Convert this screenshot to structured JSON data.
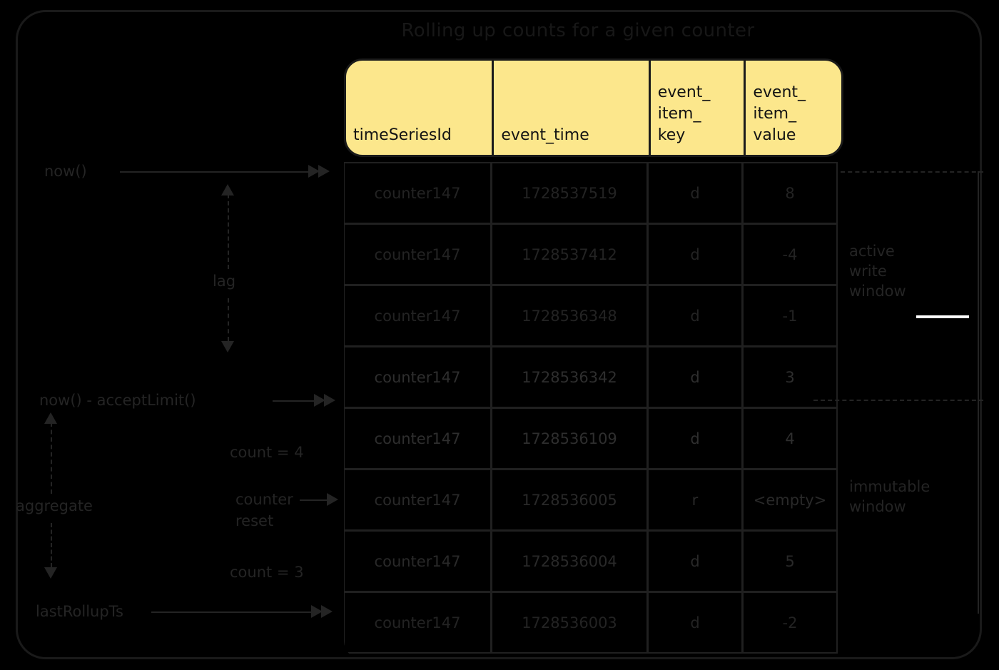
{
  "title": "Rolling up counts for a given counter",
  "table": {
    "columns": [
      "timeSeriesId",
      "event_time",
      "event_item_key",
      "event_item_value"
    ],
    "rows": [
      {
        "timeSeriesId": "counter147",
        "event_time": "1728537519",
        "event_item_key": "d",
        "event_item_value": "8"
      },
      {
        "timeSeriesId": "counter147",
        "event_time": "1728537412",
        "event_item_key": "d",
        "event_item_value": "-4"
      },
      {
        "timeSeriesId": "counter147",
        "event_time": "1728536348",
        "event_item_key": "d",
        "event_item_value": "-1"
      },
      {
        "timeSeriesId": "counter147",
        "event_time": "1728536342",
        "event_item_key": "d",
        "event_item_value": "3"
      },
      {
        "timeSeriesId": "counter147",
        "event_time": "1728536109",
        "event_item_key": "d",
        "event_item_value": "4"
      },
      {
        "timeSeriesId": "counter147",
        "event_time": "1728536005",
        "event_item_key": "r",
        "event_item_value": "<empty>"
      },
      {
        "timeSeriesId": "counter147",
        "event_time": "1728536004",
        "event_item_key": "d",
        "event_item_value": "5"
      },
      {
        "timeSeriesId": "counter147",
        "event_time": "1728536003",
        "event_item_key": "d",
        "event_item_value": "-2"
      }
    ]
  },
  "diagram": {
    "now_label": "now()",
    "lag_label": "lag",
    "accept_limit_label": "now() - acceptLimit()",
    "aggregate_label": "aggregate",
    "last_rollup_label": "lastRollupTs",
    "count_upper_label": "count = 4",
    "counter_reset_label_line1": "counter",
    "counter_reset_label_line2": "reset",
    "count_lower_label": "count = 3",
    "active_write_window_line1": "active",
    "active_write_window_line2": "write",
    "active_write_window_line3": "window",
    "immutable_window_line1": "immutable",
    "immutable_window_line2": "window"
  },
  "colors": {
    "header_fill": "#FCE78C",
    "stroke": "#1a1a1a",
    "background": "#000000",
    "text": "#242424"
  }
}
